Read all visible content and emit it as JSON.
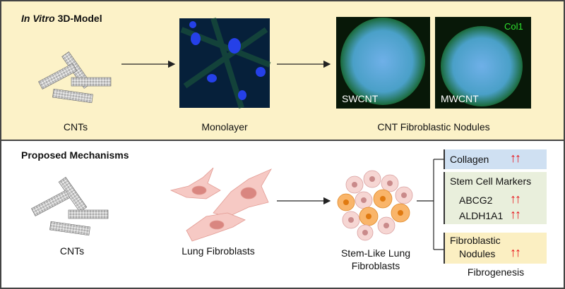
{
  "top": {
    "title_italic": "In Vitro",
    "title_rest": " 3D-Model",
    "cnts": "CNTs",
    "monolayer": "Monolayer",
    "nodules": "CNT Fibroblastic Nodules",
    "sw": "SWCNT",
    "mw": "MWCNT",
    "col1": "Col1"
  },
  "bottom": {
    "title": "Proposed Mechanisms",
    "cnts": "CNTs",
    "lung": "Lung Fibroblasts",
    "stem1": "Stem-Like Lung",
    "stem2": "Fibroblasts",
    "collagen": "Collagen",
    "markers": "Stem Cell Markers",
    "abcg2": "ABCG2",
    "aldh": "ALDH1A1",
    "fib1": "Fibroblastic",
    "fib2": "Nodules",
    "up": "↑↑",
    "fibrogenesis": "Fibrogenesis"
  },
  "colors": {
    "top_bg": "#fcf2c8",
    "collagen": "#cfe0f2",
    "markers": "#e9efdc",
    "nodules": "#fbefc2",
    "arrow": "#e8141a"
  }
}
